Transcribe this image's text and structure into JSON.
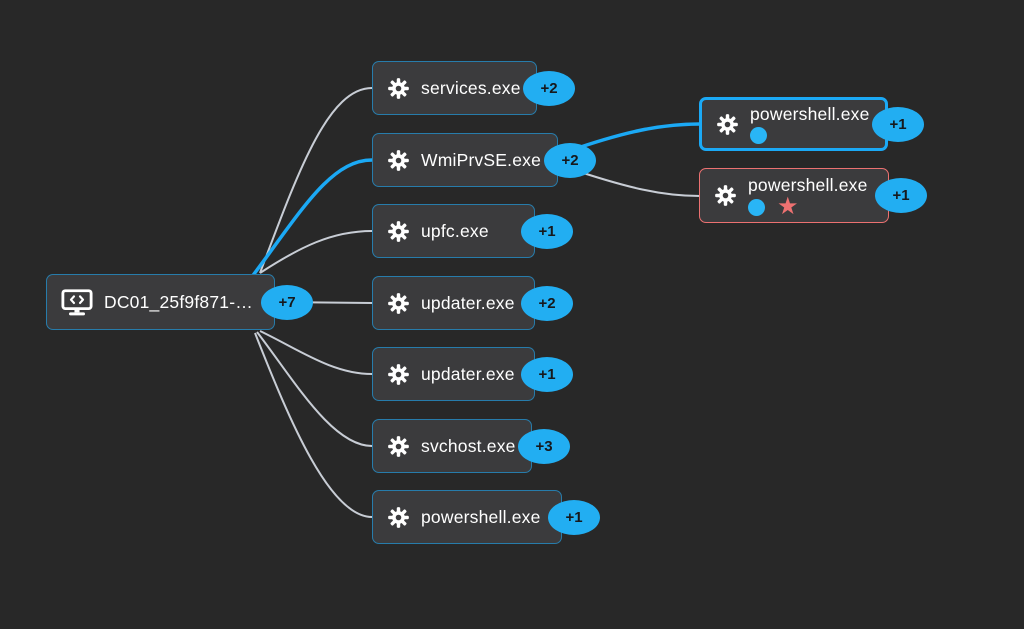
{
  "app": {
    "view_name": "process-tree-graph"
  },
  "colors": {
    "background": "#282828",
    "node_background": "#3b3b3d",
    "node_border": "rgba(27,169,245,0.6)",
    "selected_border": "#1ba9f5",
    "alert_border": "#ec7171",
    "edge": "#c8cdd5",
    "edge_highlight": "#1ba9f5",
    "badge_background": "#22aef2",
    "badge_text": "#16191d",
    "label_text": "#ffffff",
    "indicator_dot": "#29b5f6",
    "indicator_star": "#ee7171"
  },
  "icons": {
    "host": "monitor-code-icon",
    "process": "gear-icon",
    "running": "circle-dot-indicator",
    "alert": "star-indicator"
  },
  "glyphs": {
    "star": "★"
  },
  "nodes": [
    {
      "id": "host",
      "label": "DC01_25f9f871-…",
      "badge": "+7",
      "kind": "host",
      "state": "default"
    },
    {
      "id": "services",
      "label": "services.exe",
      "badge": "+2",
      "kind": "process",
      "state": "default"
    },
    {
      "id": "wmiprvse",
      "label": "WmiPrvSE.exe",
      "badge": "+2",
      "kind": "process",
      "state": "default"
    },
    {
      "id": "upfc",
      "label": "upfc.exe",
      "badge": "+1",
      "kind": "process",
      "state": "default"
    },
    {
      "id": "updater-1",
      "label": "updater.exe",
      "badge": "+2",
      "kind": "process",
      "state": "default"
    },
    {
      "id": "updater-2",
      "label": "updater.exe",
      "badge": "+1",
      "kind": "process",
      "state": "default"
    },
    {
      "id": "svchost",
      "label": "svchost.exe",
      "badge": "+3",
      "kind": "process",
      "state": "default"
    },
    {
      "id": "powershell-1",
      "label": "powershell.exe",
      "badge": "+1",
      "kind": "process",
      "state": "default"
    },
    {
      "id": "powershell-2",
      "label": "powershell.exe",
      "badge": "+1",
      "kind": "process",
      "state": "selected",
      "indicators": [
        "dot"
      ]
    },
    {
      "id": "powershell-3",
      "label": "powershell.exe",
      "badge": "+1",
      "kind": "process",
      "state": "alert",
      "indicators": [
        "dot",
        "star"
      ]
    }
  ],
  "edges": [
    {
      "from": "host",
      "to": "services",
      "highlighted": false
    },
    {
      "from": "host",
      "to": "wmiprvse",
      "highlighted": true
    },
    {
      "from": "host",
      "to": "upfc",
      "highlighted": false
    },
    {
      "from": "host",
      "to": "updater-1",
      "highlighted": false
    },
    {
      "from": "host",
      "to": "updater-2",
      "highlighted": false
    },
    {
      "from": "host",
      "to": "svchost",
      "highlighted": false
    },
    {
      "from": "host",
      "to": "powershell-1",
      "highlighted": false
    },
    {
      "from": "wmiprvse",
      "to": "powershell-2",
      "highlighted": true
    },
    {
      "from": "wmiprvse",
      "to": "powershell-3",
      "highlighted": false
    }
  ]
}
